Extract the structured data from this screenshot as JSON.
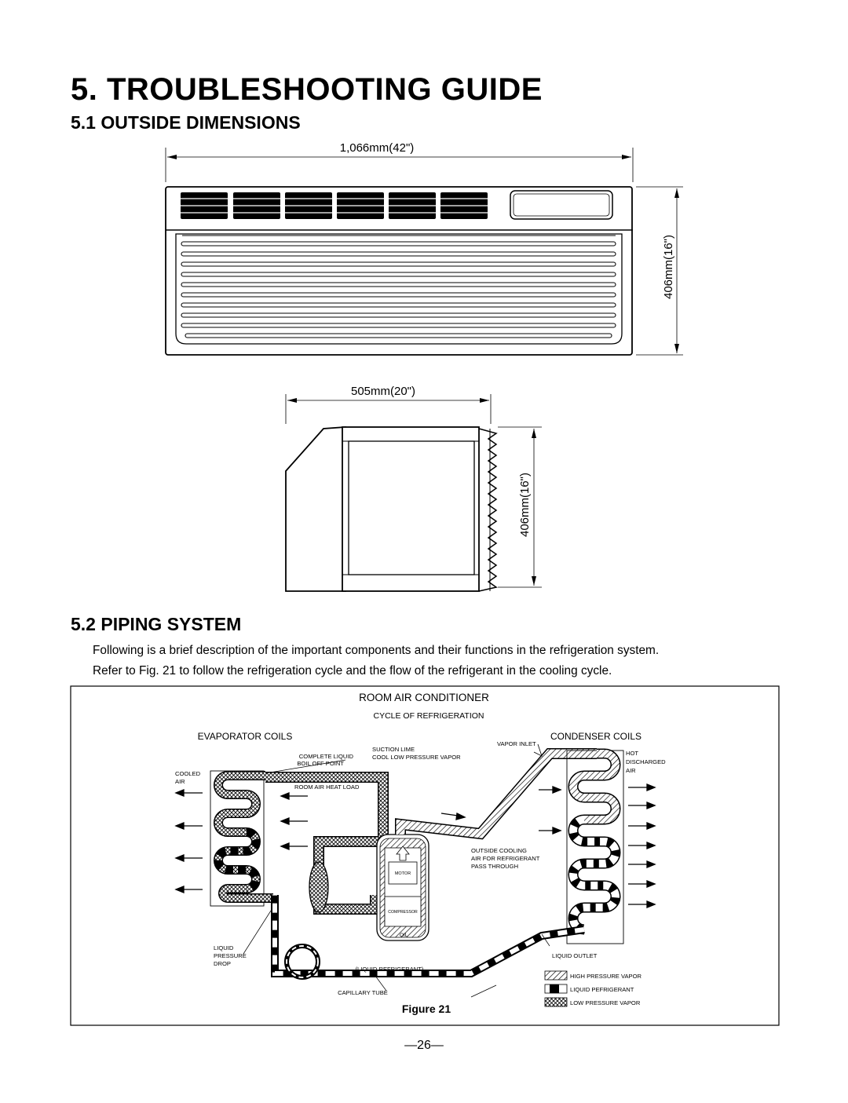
{
  "document": {
    "title": "5. TROUBLESHOOTING GUIDE",
    "section_dimensions": "5.1 OUTSIDE DIMENSIONS",
    "section_piping": "5.2 PIPING SYSTEM",
    "paragraph_lines": [
      "Following is a brief description of the important components and their functions in the refrigeration system.",
      "Refer to Fig. 21 to follow the refrigeration cycle and the flow of the refrigerant in the cooling cycle."
    ],
    "page_number": "—26—"
  },
  "dimensions": {
    "front_width": "1,066mm(42\")",
    "front_height": "406mm(16\")",
    "side_depth": "505mm(20\")",
    "side_height": "406mm(16\")"
  },
  "figure": {
    "title": "ROOM AIR CONDITIONER",
    "subtitle": "CYCLE OF REFRIGERATION",
    "caption": "Figure 21",
    "labels": {
      "evaporator_coils": "EVAPORATOR COILS",
      "condenser_coils": "CONDENSER COILS",
      "complete_liquid": [
        "COMPLETE LIQUID",
        "BOIL OFF POINT"
      ],
      "suction_line": [
        "SUCTION LIME",
        "COOL LOW PRESSURE VAPOR"
      ],
      "vapor_inlet": "VAPOR INLET",
      "cooled_air": [
        "COOLED",
        "AIR"
      ],
      "hot_air": [
        "HOT",
        "DISCHARGED",
        "AIR"
      ],
      "room_air_heat_load": "ROOM AIR HEAT LOAD",
      "outside_cooling": [
        "OUTSIDE COOLING",
        "AIR FOR REFRIGERANT",
        "PASS THROUGH"
      ],
      "motor": "MOTOR",
      "compressor": "COMPRESSOR",
      "oil": "OIL",
      "liquid_pressure_drop": [
        "LIQUID",
        "PRESSURE",
        "DROP"
      ],
      "liquid_outlet": "LIQUID OUTLET",
      "liquid_refrigerant": "(LIQUID REFRIGERANT)",
      "capillary_tube": "CAPILLARY TUBE"
    },
    "legend": [
      {
        "label": "HIGH PRESSURE VAPOR",
        "pattern": "hatch"
      },
      {
        "label": "LIQUID PEFRIGERANT",
        "pattern": "black"
      },
      {
        "label": "LOW PRESSURE VAPOR",
        "pattern": "cross"
      }
    ]
  }
}
